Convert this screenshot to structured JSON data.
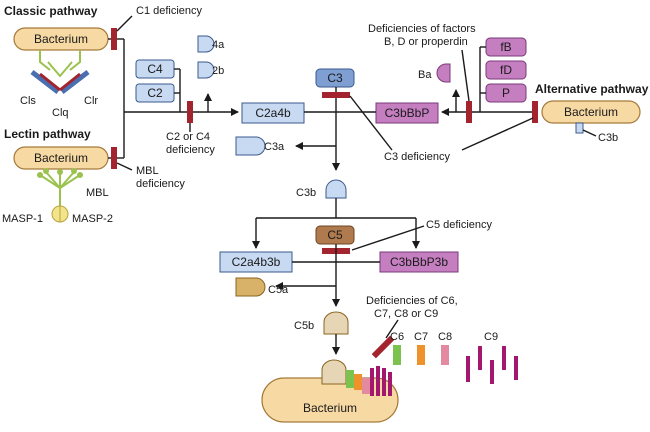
{
  "titles": {
    "classic": "Classic pathway",
    "lectin": "Lectin pathway",
    "alternative": "Alternative pathway"
  },
  "bacterium_label": "Bacterium",
  "classic_labels": {
    "cls": "Cls",
    "clr": "Clr",
    "clq": "Clq"
  },
  "lectin_labels": {
    "mbl": "MBL",
    "masp1": "MASP-1",
    "masp2": "MASP-2"
  },
  "deficiency": {
    "c1": "C1 deficiency",
    "mbl_line1": "MBL",
    "mbl_line2": "deficiency",
    "c2c4_line1": "C2 or C4",
    "c2c4_line2": "deficiency",
    "factors_line1": "Deficiencies of factors",
    "factors_line2": "B, D or properdin",
    "c3": "C3 deficiency",
    "c5": "C5 deficiency",
    "late_line1": "Deficiencies of C6,",
    "late_line2": "C7, C8 or C9"
  },
  "components": {
    "c4": "C4",
    "c2": "C2",
    "c4a": "4a",
    "c2b": "2b",
    "c3": "C3",
    "c3a": "C3a",
    "c3b": "C3b",
    "c3b_alt": "C3b",
    "ba": "Ba",
    "fB": "fB",
    "fD": "fD",
    "P": "P",
    "c5": "C5",
    "c5a": "C5a",
    "c5b": "C5b",
    "c6": "C6",
    "c7": "C7",
    "c8": "C8",
    "c9": "C9"
  },
  "complexes": {
    "c2a4b": "C2a4b",
    "c3bbbp": "C3bBbP",
    "c2a4b3b": "C2a4b3b",
    "c3bbbp3b": "C3bBbP3b"
  },
  "colors": {
    "bacterium_fill": "#f7d9a4",
    "bacterium_stroke": "#a67a3a",
    "blue_fill": "#c8d9f2",
    "blue_stroke": "#3b5a8c",
    "purple_fill": "#c57fc0",
    "purple_stroke": "#7a3a78",
    "brown_fill": "#b07a4f",
    "deficiency_bar": "#a3242e",
    "c6": "#7cc24f",
    "c7": "#f0922b",
    "c8": "#e38aa0",
    "c9": "#a3186e",
    "c5a_fill": "#d9b26a",
    "c5b_fill": "#e7d6b5",
    "antibody": "#4a6fb0",
    "lectin_green": "#9bc24f"
  }
}
